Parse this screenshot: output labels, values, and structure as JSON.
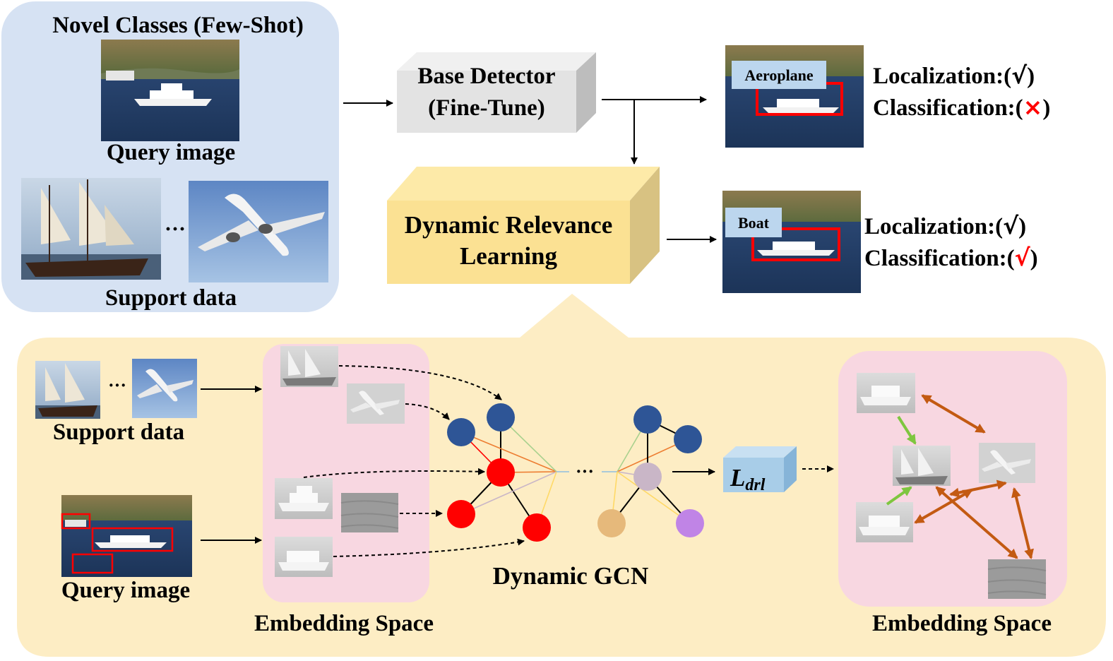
{
  "novel_panel": {
    "title": "Novel Classes (Few-Shot)",
    "query_label": "Query image",
    "ellipsis": "···",
    "support_label": "Support data"
  },
  "base_detector": {
    "line1": "Base Detector",
    "line2": "(Fine-Tune)"
  },
  "drl_block": {
    "line1": "Dynamic Relevance",
    "line2": "Learning"
  },
  "result_top": {
    "box_label": "Aeroplane",
    "localization": "Localization:(",
    "localization_mark": "√",
    "classification": "Classification:(",
    "classification_mark": "×",
    "close": ")"
  },
  "result_bottom": {
    "box_label": "Boat",
    "localization": "Localization:(",
    "localization_mark": "√",
    "classification": "Classification:(",
    "classification_mark": "√",
    "close": ")"
  },
  "lower_panel": {
    "support_label": "Support data",
    "ellipsis": "···",
    "query_label": "Query image",
    "embedding_left": "Embedding Space",
    "gcn_label": "Dynamic GCN",
    "gcn_ellipsis": "···",
    "loss_main": "L",
    "loss_sub": "drl",
    "embedding_right": "Embedding Space"
  },
  "colors": {
    "novel_bg": "#d6e2f3",
    "lower_bg": "#fdedc4",
    "embedding_bg": "#f8d7e1",
    "base_detector_face": "#e3e3e3",
    "drl_face": "#fbe193",
    "loss_face": "#a8cde8",
    "node_blue": "#2e5596",
    "node_red": "#ff0000",
    "node_mauve": "#c9b6c7",
    "node_tan": "#e6b97b",
    "node_purple": "#c084e6",
    "arrow_orange": "#c35a12",
    "arrow_green": "#7ec63f",
    "mark_red": "#ff0000"
  }
}
